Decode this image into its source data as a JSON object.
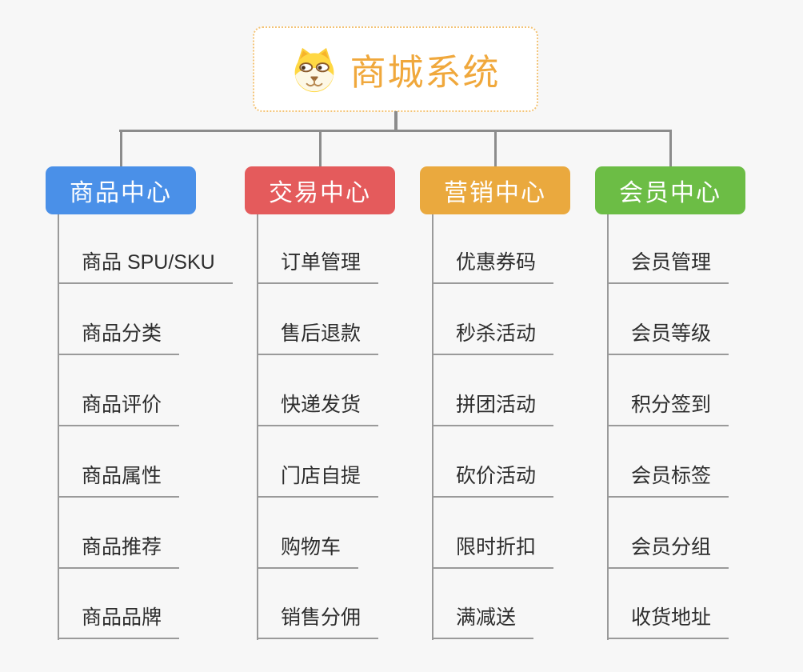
{
  "root": {
    "title": "商城系统",
    "icon": "shiba-dog-icon",
    "title_color": "#f0a83c",
    "border_color": "#f3c376"
  },
  "connector_color": "#8c8c8c",
  "underline_color": "#9a9a9a",
  "background_color": "#f7f7f7",
  "branches": [
    {
      "label": "商品中心",
      "color": "#4a90e8",
      "items": [
        "商品 SPU/SKU",
        "商品分类",
        "商品评价",
        "商品属性",
        "商品推荐",
        "商品品牌"
      ]
    },
    {
      "label": "交易中心",
      "color": "#e45b5c",
      "items": [
        "订单管理",
        "售后退款",
        "快递发货",
        "门店自提",
        "购物车",
        "销售分佣"
      ]
    },
    {
      "label": "营销中心",
      "color": "#eaa93e",
      "items": [
        "优惠券码",
        "秒杀活动",
        "拼团活动",
        "砍价活动",
        "限时折扣",
        "满减送"
      ]
    },
    {
      "label": "会员中心",
      "color": "#6cbd45",
      "items": [
        "会员管理",
        "会员等级",
        "积分签到",
        "会员标签",
        "会员分组",
        "收货地址"
      ]
    }
  ],
  "layout": {
    "branch_lefts": [
      57,
      306,
      525,
      744
    ],
    "branch_width": 188,
    "item_baselines": [
      355,
      444,
      533,
      622,
      711,
      799
    ]
  }
}
